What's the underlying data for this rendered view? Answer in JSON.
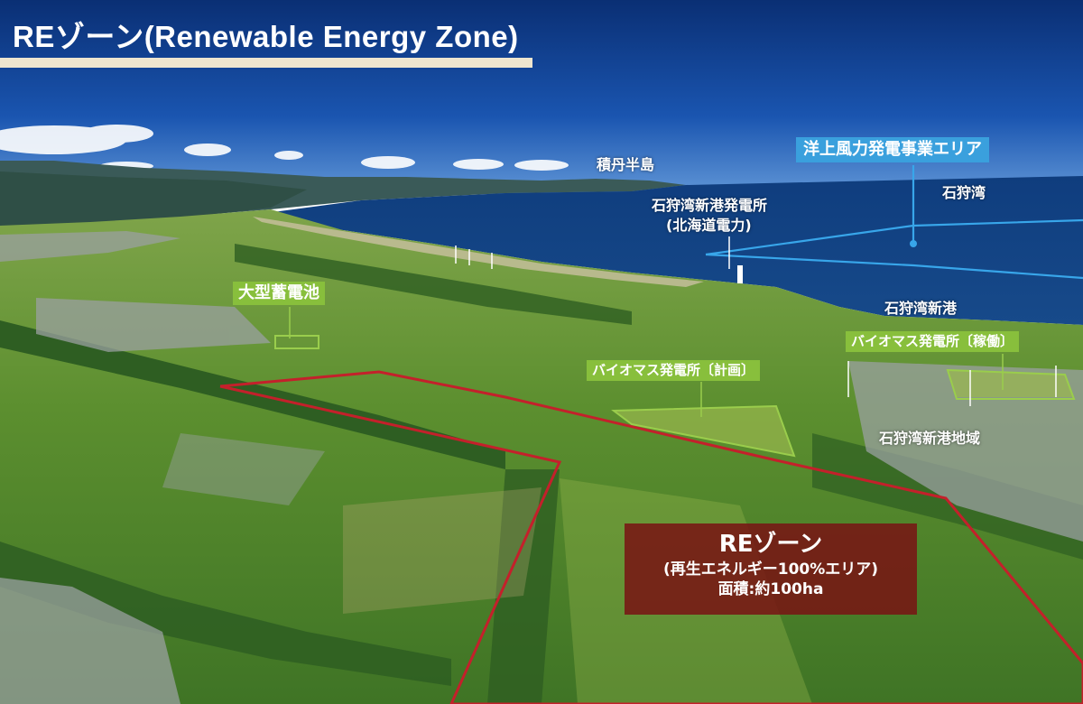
{
  "title": "REゾーン(Renewable Energy Zone)",
  "labels": {
    "shakotan": "積丹半島",
    "offshore_wind": "洋上風力発電事業エリア",
    "ishikari_bay": "石狩湾",
    "power_plant_line1": "石狩湾新港発電所",
    "power_plant_line2": "(北海道電力)",
    "battery": "大型蓄電池",
    "new_port": "石狩湾新港",
    "biomass_operating": "バイオマス発電所〔稼働〕",
    "biomass_planned": "バイオマス発電所〔計画〕",
    "port_district": "石狩湾新港地域"
  },
  "re_zone": {
    "title": "REゾーン",
    "subtitle": "(再生エネルギー100%エリア)",
    "area": "面積:約100ha"
  },
  "colors": {
    "sky": "#0f3d8e",
    "sea": "#123f7a",
    "land": "#5f9a33",
    "zone_outline": "#c4202b",
    "label_green": "#88bf3c",
    "label_blue": "#3aa0dd",
    "title_bar": "#efe6cf",
    "zone_box": "#7a1414"
  }
}
